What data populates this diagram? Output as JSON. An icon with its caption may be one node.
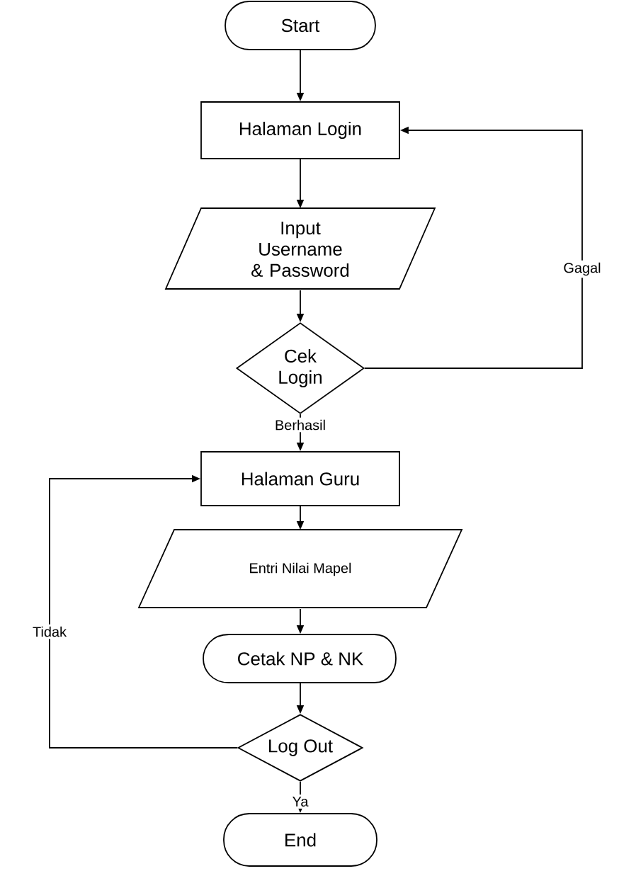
{
  "diagram": {
    "nodes": [
      {
        "text": [
          "Start"
        ]
      },
      {
        "text": [
          "Halaman Login"
        ]
      },
      {
        "text": [
          "Input Username & Password"
        ]
      },
      {
        "text": [
          "Cek Login"
        ]
      },
      {
        "text": [
          "Halaman Guru"
        ]
      },
      {
        "text": [
          "Entri Nilai Mapel"
        ]
      },
      {
        "text": [
          "Cetak NP & NK"
        ]
      },
      {
        "text": [
          "Log Out"
        ]
      },
      {
        "text": [
          "End"
        ]
      }
    ],
    "edges": [
      {
        "from": 0,
        "to": 1,
        "arrow": "to"
      },
      {
        "from": 1,
        "to": 2,
        "arrow": "to"
      },
      {
        "from": 2,
        "to": 3,
        "arrow": "to"
      },
      {
        "from": 3,
        "to": 1,
        "arrow": "to",
        "label": "Gagal"
      },
      {
        "from": 3,
        "to": 4,
        "arrow": "to",
        "label": "Berhasil"
      },
      {
        "from": 4,
        "to": 5,
        "arrow": "to"
      },
      {
        "from": 5,
        "to": 6,
        "arrow": "to"
      },
      {
        "from": 6,
        "to": 7,
        "arrow": "to"
      },
      {
        "from": 7,
        "to": 4,
        "arrow": "to",
        "label": "Tidak"
      },
      {
        "from": 7,
        "to": 8,
        "arrow": "to",
        "label": "Ya"
      }
    ]
  }
}
